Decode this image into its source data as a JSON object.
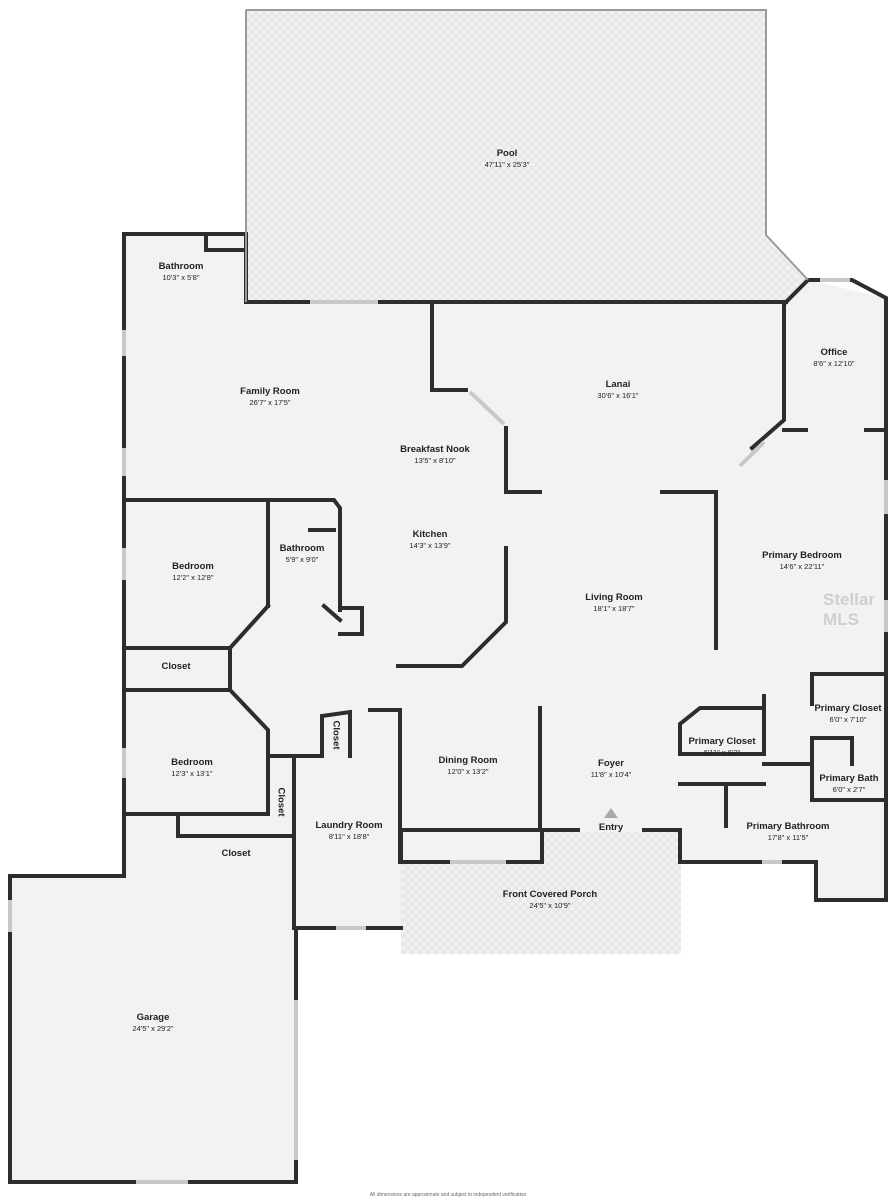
{
  "plan": {
    "rooms": [
      {
        "id": "pool",
        "name": "Pool",
        "dims": "47'11\" x 25'3\""
      },
      {
        "id": "bath-top",
        "name": "Bathroom",
        "dims": "10'3\" x 5'8\""
      },
      {
        "id": "family",
        "name": "Family Room",
        "dims": "26'7\" x 17'5\""
      },
      {
        "id": "lanai",
        "name": "Lanai",
        "dims": "30'6\" x 16'1\""
      },
      {
        "id": "office",
        "name": "Office",
        "dims": "8'6\" x 12'10\""
      },
      {
        "id": "nook",
        "name": "Breakfast Nook",
        "dims": "13'5\" x 8'10\""
      },
      {
        "id": "kitchen",
        "name": "Kitchen",
        "dims": "14'3\" x 13'9\""
      },
      {
        "id": "bed1",
        "name": "Bedroom",
        "dims": "12'2\" x 12'8\""
      },
      {
        "id": "bath-mid",
        "name": "Bathroom",
        "dims": "5'9\" x 9'0\""
      },
      {
        "id": "primary-bed",
        "name": "Primary Bedroom",
        "dims": "14'6\" x 22'11\""
      },
      {
        "id": "living",
        "name": "Living Room",
        "dims": "18'1\" x 18'7\""
      },
      {
        "id": "closet1",
        "name": "Closet",
        "dims": ""
      },
      {
        "id": "primary-closet-r",
        "name": "Primary Closet",
        "dims": "6'0\" x 7'10\""
      },
      {
        "id": "primary-closet-l",
        "name": "Primary Closet",
        "dims": "6'11\" x 6'3\""
      },
      {
        "id": "bed2",
        "name": "Bedroom",
        "dims": "12'3\" x 13'1\""
      },
      {
        "id": "dining",
        "name": "Dining Room",
        "dims": "12'0\" x 13'2\""
      },
      {
        "id": "foyer",
        "name": "Foyer",
        "dims": "11'8\" x 10'4\""
      },
      {
        "id": "primary-bath-small",
        "name": "Primary Bath",
        "dims": "6'0\" x 2'7\""
      },
      {
        "id": "laundry",
        "name": "Laundry Room",
        "dims": "8'11\" x 18'8\""
      },
      {
        "id": "primary-bath",
        "name": "Primary Bathroom",
        "dims": "17'8\" x 11'5\""
      },
      {
        "id": "closet3",
        "name": "Closet",
        "dims": ""
      },
      {
        "id": "porch",
        "name": "Front Covered Porch",
        "dims": "24'5\" x 10'9\""
      },
      {
        "id": "garage",
        "name": "Garage",
        "dims": "24'5\" x 29'2\""
      }
    ],
    "vertical_labels": {
      "closet_small": "Closet",
      "closet_tall": "Closet"
    },
    "entry_label": "Entry",
    "watermark": "Stellar MLS",
    "footnote": "All dimensions are approximate and subject to independent verification"
  },
  "colors": {
    "wall": "#2d2d2d",
    "floor": "#f2f2f2",
    "window": "#c8c8c8"
  }
}
